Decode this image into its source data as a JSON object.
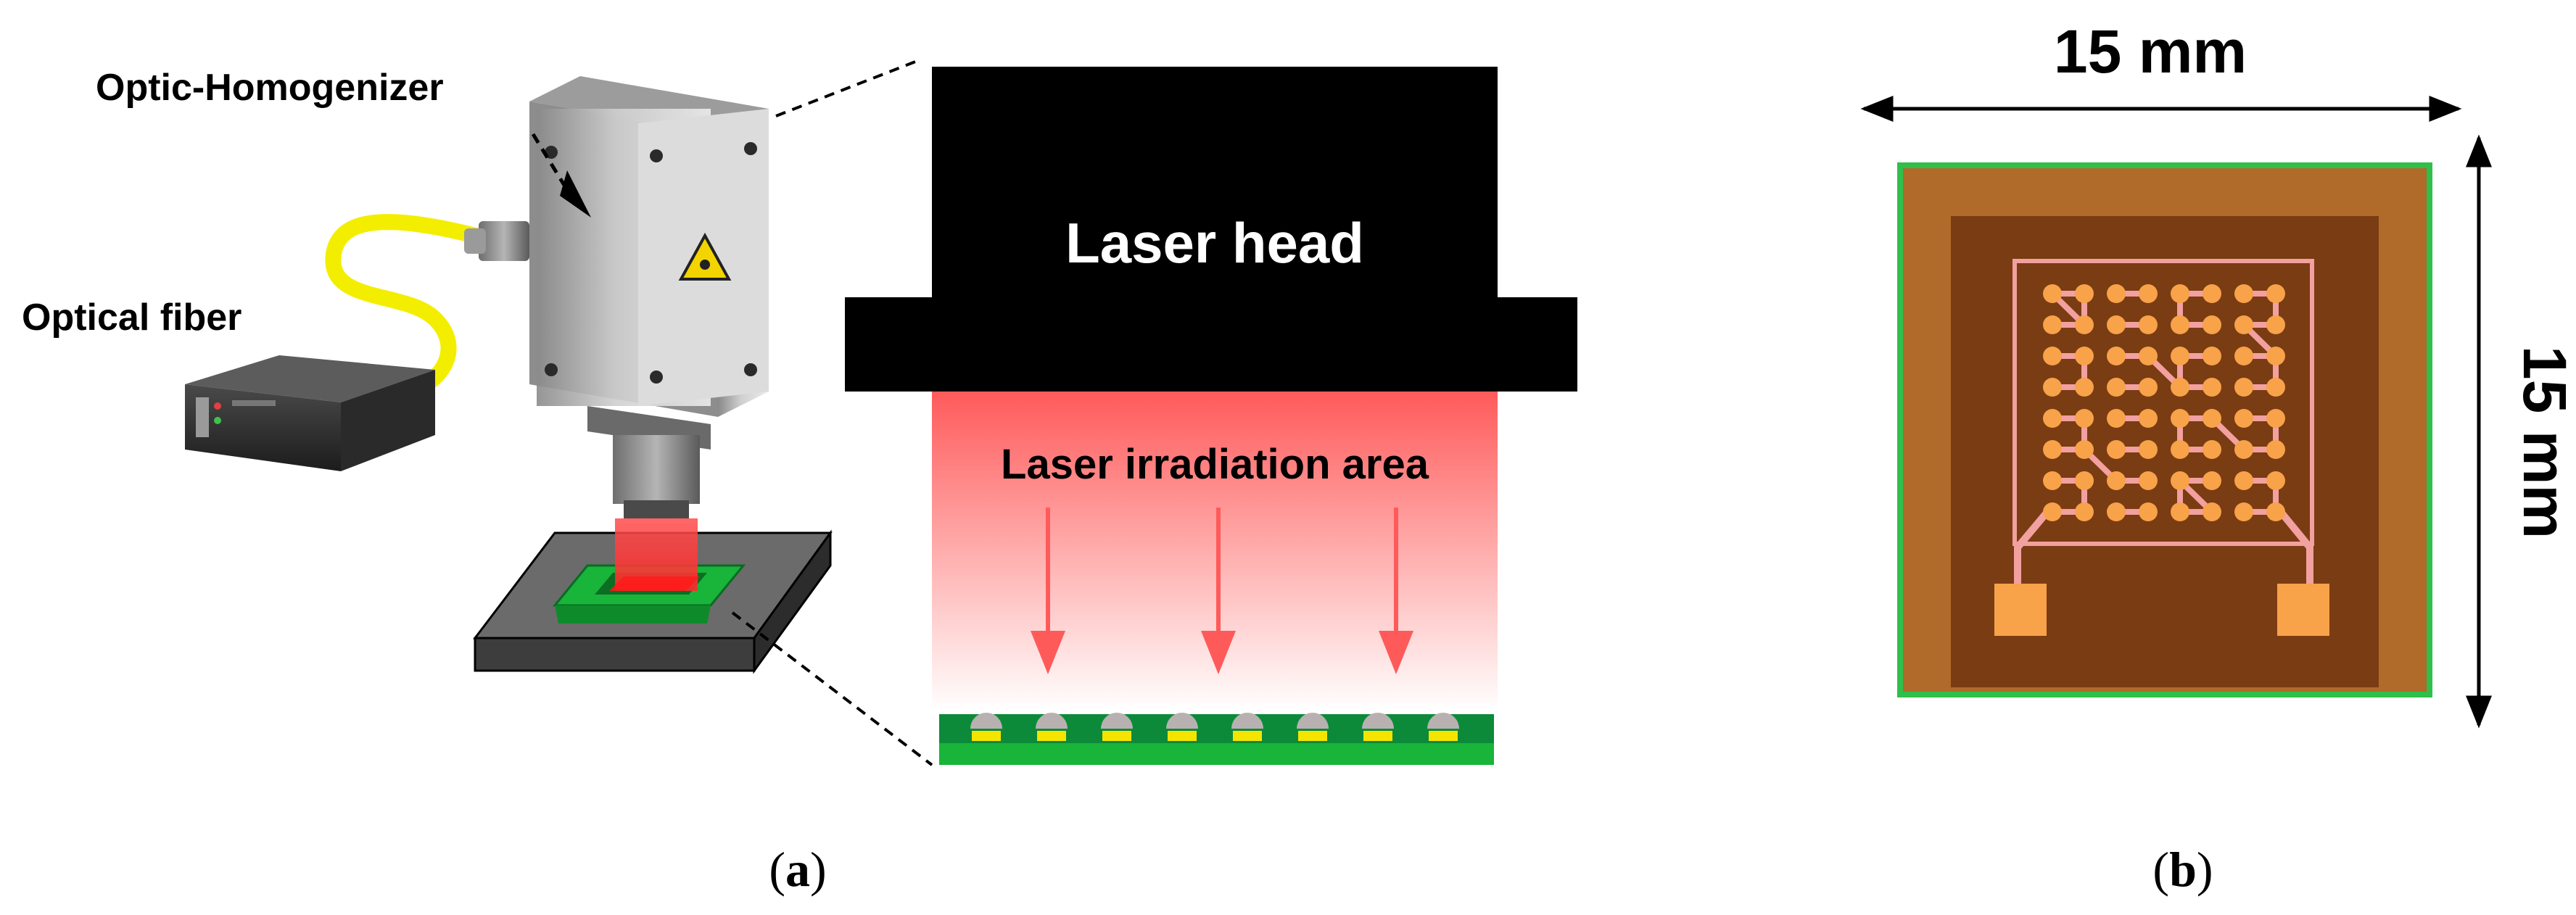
{
  "panel_a": {
    "caption_open": "(",
    "caption_letter": "a",
    "caption_close": ")",
    "label_homogenizer": "Optic-Homogenizer",
    "label_fiber": "Optical fiber",
    "label_head": "Laser head",
    "label_area": "Laser irradiation area"
  },
  "panel_b": {
    "caption_open": "(",
    "caption_letter": "b",
    "caption_close": ")",
    "width_label": "15 mm",
    "height_label": "15 mm"
  },
  "colors": {
    "laser_red": "#ff5a5a",
    "pcb_green": "#0c8a3a",
    "solder_yellow": "#f5e400",
    "fiber_yellow": "#f3ee00",
    "substrate_brown": "#b06a2a",
    "inner_brown": "#7a3c12",
    "pad_orange": "#f8a24a",
    "trace_pink": "#f2a0a0"
  }
}
